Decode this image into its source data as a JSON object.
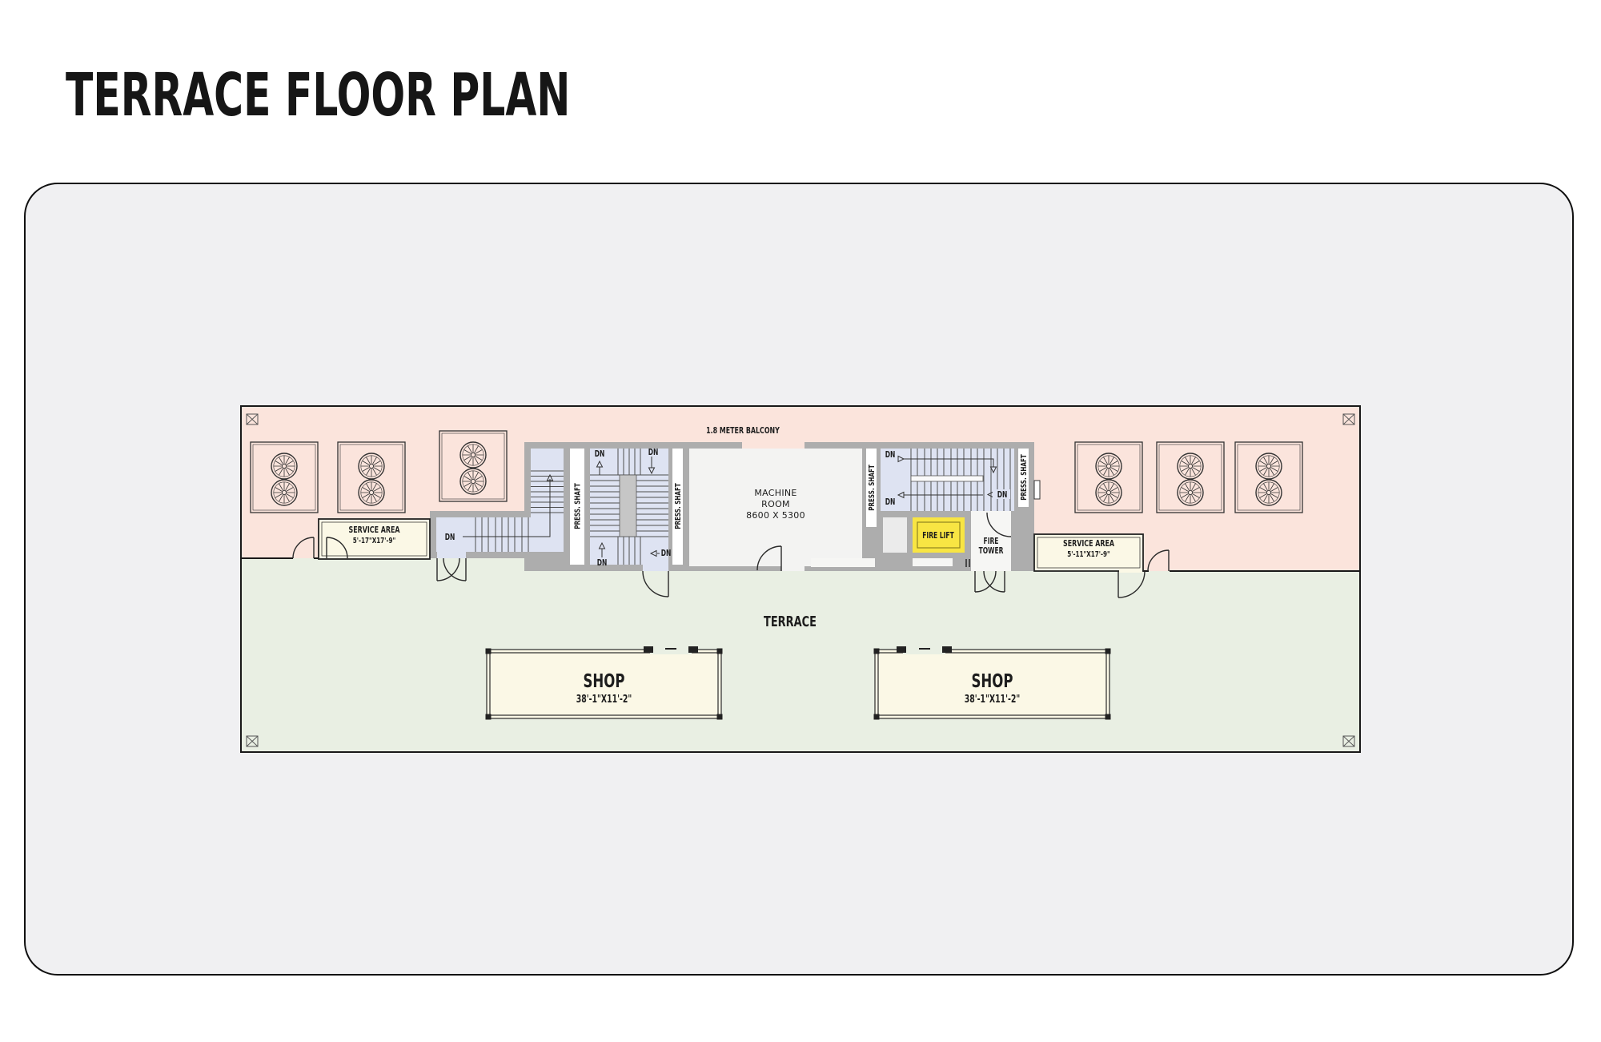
{
  "title": "TERRACE FLOOR PLAN",
  "colors": {
    "balcony_pink": "#fbe4dc",
    "terrace_green": "#e9efe3",
    "stair_lavender": "#dee3f2",
    "room_cream": "#fbf8e6",
    "wall_gray": "#adadad",
    "machine_gray": "#f3f3f2",
    "fire_lift_yellow": "#f8e543",
    "panel_gray": "#f0f0f2"
  },
  "plan": {
    "labels": {
      "balcony": "1.8 METER BALCONY",
      "terrace": "TERRACE",
      "dn": "DN",
      "press_shaft": "PRESS. SHAFT",
      "fire_lift": "FIRE LIFT",
      "fire_tower_line1": "FIRE",
      "fire_tower_line2": "TOWER",
      "machine_room_line1": "MACHINE",
      "machine_room_line2": "ROOM",
      "machine_room_line3": "8600 X 5300"
    },
    "rooms": {
      "service_area_left": {
        "name": "SERVICE AREA",
        "dims": "5'-17\"X17'-9\""
      },
      "service_area_right": {
        "name": "SERVICE AREA",
        "dims": "5'-11\"X17'-9\""
      },
      "shop_left": {
        "name": "SHOP",
        "dims": "38'-1\"X11'-2\""
      },
      "shop_right": {
        "name": "SHOP",
        "dims": "38'-1\"X11'-2\""
      }
    }
  }
}
